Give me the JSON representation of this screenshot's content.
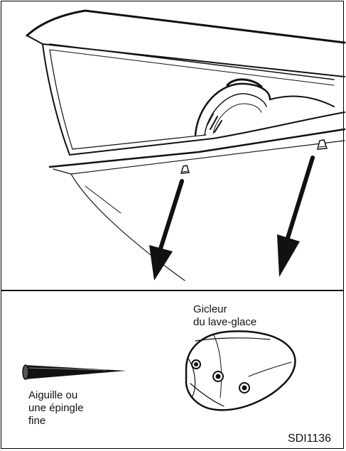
{
  "labels": {
    "nozzle": [
      "Gicleur",
      "du lave-glace"
    ],
    "needle": [
      "Aiguille ou",
      "une épingle",
      "fine"
    ],
    "figure_code": "SDI1136"
  },
  "colors": {
    "ink": "#111111",
    "background": "#ffffff"
  }
}
